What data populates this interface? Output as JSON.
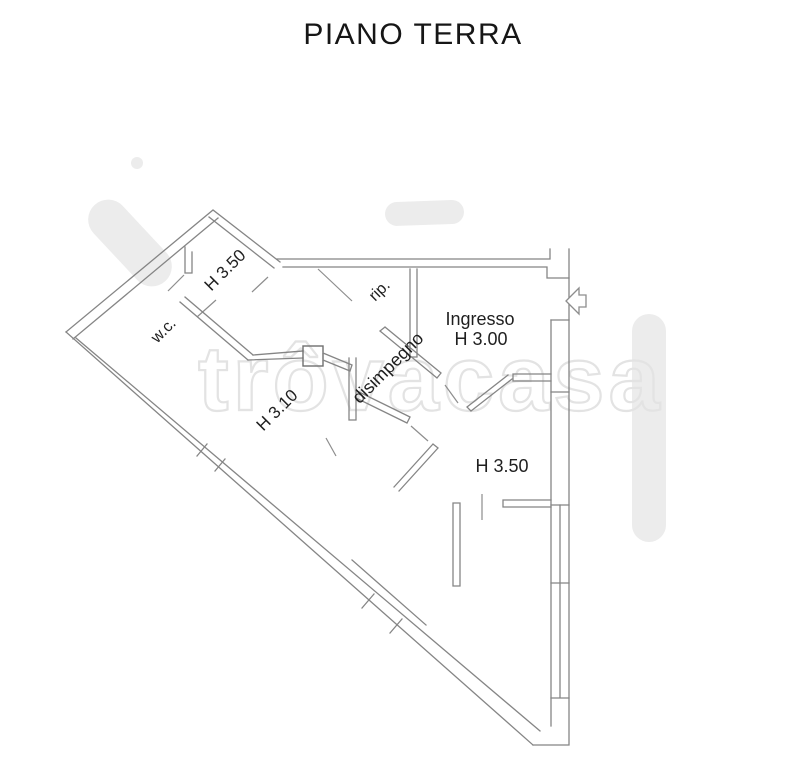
{
  "title": "PIANO TERRA",
  "watermark": "trôvacasa",
  "rooms": {
    "wc": {
      "label": "w.c."
    },
    "corridor": {
      "height": "H 3.50"
    },
    "rip": {
      "label": "rip."
    },
    "disimpegno": {
      "label": "disimpegno"
    },
    "ingresso": {
      "label": "Ingresso",
      "height": "H 3.00"
    },
    "room_left": {
      "height": "H 3.10"
    },
    "room_right": {
      "height": "H 3.50"
    }
  },
  "colors": {
    "background": "#ffffff",
    "wall_line": "#858585",
    "label_text": "#1f1f1f",
    "watermark": "#e3e3e3",
    "redaction_blob": "#ececec"
  }
}
